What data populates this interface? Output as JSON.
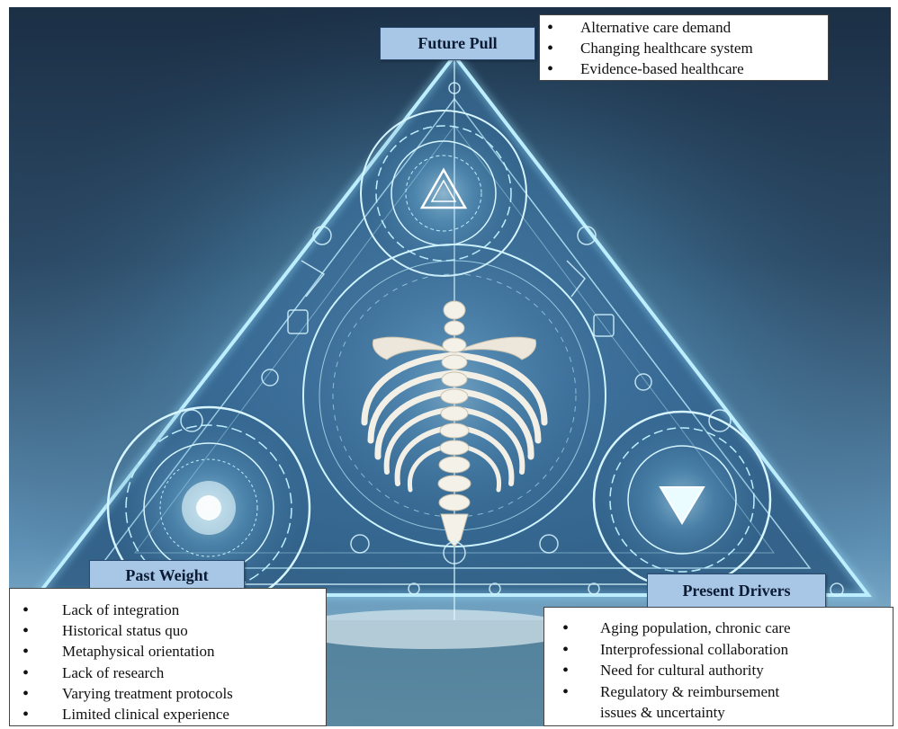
{
  "future_pull": {
    "label": "Future Pull",
    "items": [
      "Alternative care demand",
      "Changing healthcare system",
      "Evidence-based healthcare"
    ]
  },
  "past_weight": {
    "label": "Past Weight",
    "items": [
      "Lack of integration",
      "Historical status quo",
      "Metaphysical orientation",
      "Lack of research",
      "Varying treatment protocols",
      "Limited clinical experience"
    ]
  },
  "present_drivers": {
    "label": "Present Drivers",
    "items": [
      "Aging population, chronic care",
      "Interprofessional collaboration",
      "Need for cultural authority",
      "Regulatory & reimbursement",
      "issues & uncertainty"
    ]
  },
  "colors": {
    "label_fill": "#a8c6e6",
    "label_border": "#2b4b70",
    "sky_top": "#1b2f45",
    "sky_bottom": "#6fa6c8",
    "glow": "#bfefff"
  }
}
